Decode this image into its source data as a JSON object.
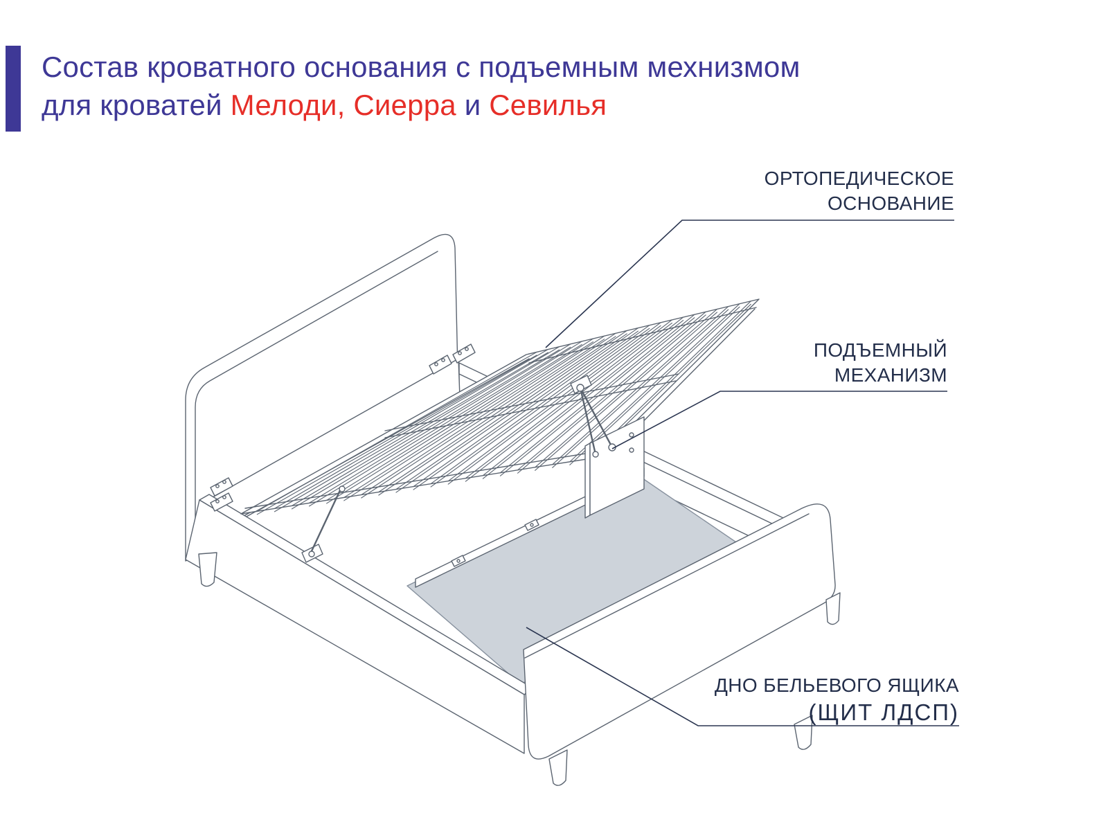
{
  "title": {
    "line1": "Состав кроватного основания с подъемным мехнизмом",
    "line2_parts": [
      {
        "text": "для кроватей ",
        "color": "#3e3896"
      },
      {
        "text": "Мелоди, Сиерра",
        "color": "#e62e28"
      },
      {
        "text": " и ",
        "color": "#3e3896"
      },
      {
        "text": "Севилья",
        "color": "#e62e28"
      }
    ]
  },
  "labels": {
    "orthopedic_base": {
      "line1": "ОРТОПЕДИЧЕСКОЕ",
      "line2": "ОСНОВАНИЕ"
    },
    "lift_mechanism": {
      "line1": "ПОДЪЕМНЫЙ",
      "line2": "МЕХАНИЗМ"
    },
    "drawer_bottom": {
      "line1": "ДНО БЕЛЬЕВОГО ЯЩИКА",
      "line2": "(ЩИТ ЛДСП)"
    }
  },
  "colors": {
    "title_purple": "#3e3896",
    "highlight_red": "#e62e28",
    "accent_bar": "#3e3896",
    "label_navy": "#232e4a",
    "diagram_stroke": "#5b6470",
    "panel_gray": "#cdd3da"
  }
}
